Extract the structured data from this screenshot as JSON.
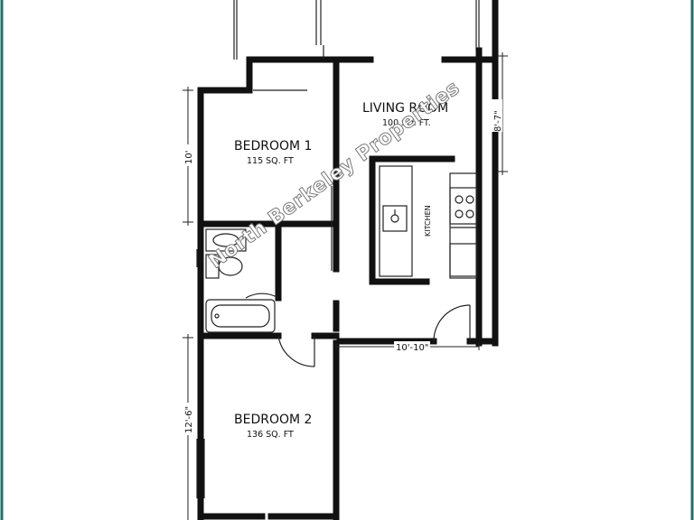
{
  "rooms": {
    "living_room": {
      "name": "LIVING ROOM",
      "area": "100 SQ. FT."
    },
    "bedroom_1": {
      "name": "BEDROOM 1",
      "area": "115 SQ. FT"
    },
    "bedroom_2": {
      "name": "BEDROOM 2",
      "area": "136 SQ. FT"
    },
    "kitchen": {
      "name": "KITCHEN"
    }
  },
  "dimensions": {
    "living_room_height": "8'-7\"",
    "bedroom_1_height": "10'",
    "living_room_width": "10'-10\"",
    "bedroom_2_height": "12'-6\""
  },
  "watermark": "North Berkeley Properties",
  "colors": {
    "frame": "#1f6f68",
    "walls": "#111111",
    "watermark_outline": "#7a7a7a"
  }
}
